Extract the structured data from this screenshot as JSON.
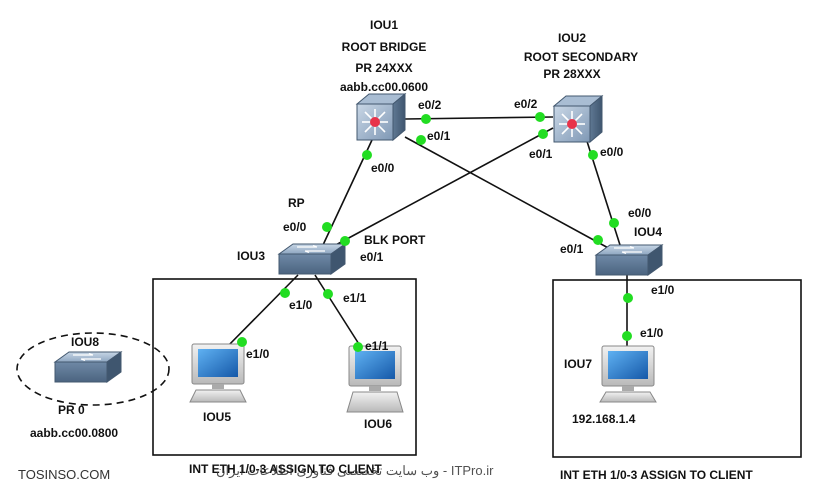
{
  "devices": {
    "iou1": {
      "name": "IOU1",
      "role": "ROOT BRIDGE",
      "priority": "PR 24XXX",
      "mac": "aabb.cc00.0600"
    },
    "iou2": {
      "name": "IOU2",
      "role": "ROOT SECONDARY",
      "priority": "PR 28XXX"
    },
    "iou3": {
      "name": "IOU3"
    },
    "iou4": {
      "name": "IOU4"
    },
    "iou5": {
      "name": "IOU5"
    },
    "iou6": {
      "name": "IOU6"
    },
    "iou7": {
      "name": "IOU7",
      "ip": "192.168.1.4"
    },
    "iou8": {
      "name": "IOU8",
      "priority": "PR 0",
      "mac": "aabb.cc00.0800"
    }
  },
  "ports": {
    "iou1_e02": "e0/2",
    "iou1_e01": "e0/1",
    "iou1_e00": "e0/0",
    "iou2_e02": "e0/2",
    "iou2_e01": "e0/1",
    "iou2_e00": "e0/0",
    "iou3_e00": "e0/0",
    "iou3_e01": "e0/1",
    "iou3_e10": "e1/0",
    "iou3_e11": "e1/1",
    "iou4_e00": "e0/0",
    "iou4_e01": "e0/1",
    "iou4_e10": "e1/0",
    "iou5_e10": "e1/0",
    "iou6_e11": "e1/1",
    "iou7_e10": "e1/0"
  },
  "annotations": {
    "rp": "RP",
    "blk_port": "BLK PORT",
    "left_group": "INT ETH 1/0-3 ASSIGN TO CLIENT",
    "right_group": "INT ETH 1/0-3 ASSIGN TO CLIENT"
  },
  "watermark": {
    "left": "TOSINSO.COM",
    "right": "وب سایت تخصصی فناوری اطلاعات ایران - ITPro.ir"
  },
  "colors": {
    "link_dot": "#22dd22",
    "l3_switch": "#7d97b3",
    "l2_switch": "#8aa3bd",
    "pc_screen": "#1e70c8"
  }
}
